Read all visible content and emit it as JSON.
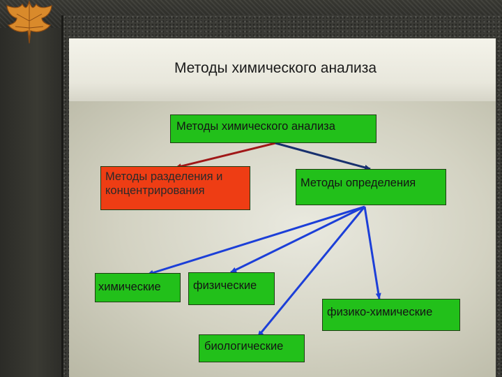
{
  "slide": {
    "title": "Методы химического анализа"
  },
  "diagram": {
    "root": "Методы химического анализа",
    "separation": "Методы разделения и концентрирования",
    "determination": "Методы определения",
    "chemical": "химические",
    "physical": "физические",
    "physico_chemical": "физико-химические",
    "biological": "биологические"
  },
  "colors": {
    "box_green": "#22c01a",
    "box_red": "#ee3d14",
    "arrow_red": "#a01818",
    "arrow_navy": "#18306e",
    "arrow_blue": "#1c3fd8"
  }
}
